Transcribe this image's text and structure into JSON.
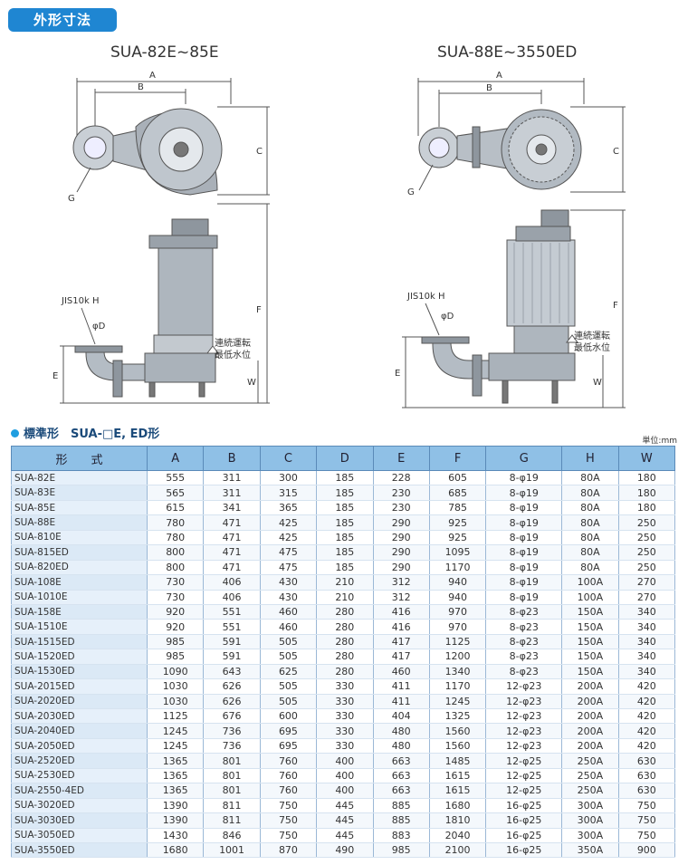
{
  "header": {
    "title": "外形寸法"
  },
  "models": {
    "left": "SUA-82E~85E",
    "right": "SUA-88E~3550ED"
  },
  "dims": {
    "A": "A",
    "B": "B",
    "C": "C",
    "D": "φD",
    "E": "E",
    "F": "F",
    "G": "G",
    "W": "W",
    "jis": "JIS10k H",
    "level1": "連続運転",
    "level2": "最低水位"
  },
  "section": {
    "title": "標準形　SUA-□E, ED形",
    "unit": "単位:mm"
  },
  "table": {
    "headers": [
      "形　　式",
      "A",
      "B",
      "C",
      "D",
      "E",
      "F",
      "G",
      "H",
      "W"
    ],
    "rows": [
      [
        "SUA-82E",
        "555",
        "311",
        "300",
        "185",
        "228",
        "605",
        "8-φ19",
        "80A",
        "180"
      ],
      [
        "SUA-83E",
        "565",
        "311",
        "315",
        "185",
        "230",
        "685",
        "8-φ19",
        "80A",
        "180"
      ],
      [
        "SUA-85E",
        "615",
        "341",
        "365",
        "185",
        "230",
        "785",
        "8-φ19",
        "80A",
        "180"
      ],
      [
        "SUA-88E",
        "780",
        "471",
        "425",
        "185",
        "290",
        "925",
        "8-φ19",
        "80A",
        "250"
      ],
      [
        "SUA-810E",
        "780",
        "471",
        "425",
        "185",
        "290",
        "925",
        "8-φ19",
        "80A",
        "250"
      ],
      [
        "SUA-815ED",
        "800",
        "471",
        "475",
        "185",
        "290",
        "1095",
        "8-φ19",
        "80A",
        "250"
      ],
      [
        "SUA-820ED",
        "800",
        "471",
        "475",
        "185",
        "290",
        "1170",
        "8-φ19",
        "80A",
        "250"
      ],
      [
        "SUA-108E",
        "730",
        "406",
        "430",
        "210",
        "312",
        "940",
        "8-φ19",
        "100A",
        "270"
      ],
      [
        "SUA-1010E",
        "730",
        "406",
        "430",
        "210",
        "312",
        "940",
        "8-φ19",
        "100A",
        "270"
      ],
      [
        "SUA-158E",
        "920",
        "551",
        "460",
        "280",
        "416",
        "970",
        "8-φ23",
        "150A",
        "340"
      ],
      [
        "SUA-1510E",
        "920",
        "551",
        "460",
        "280",
        "416",
        "970",
        "8-φ23",
        "150A",
        "340"
      ],
      [
        "SUA-1515ED",
        "985",
        "591",
        "505",
        "280",
        "417",
        "1125",
        "8-φ23",
        "150A",
        "340"
      ],
      [
        "SUA-1520ED",
        "985",
        "591",
        "505",
        "280",
        "417",
        "1200",
        "8-φ23",
        "150A",
        "340"
      ],
      [
        "SUA-1530ED",
        "1090",
        "643",
        "625",
        "280",
        "460",
        "1340",
        "8-φ23",
        "150A",
        "340"
      ],
      [
        "SUA-2015ED",
        "1030",
        "626",
        "505",
        "330",
        "411",
        "1170",
        "12-φ23",
        "200A",
        "420"
      ],
      [
        "SUA-2020ED",
        "1030",
        "626",
        "505",
        "330",
        "411",
        "1245",
        "12-φ23",
        "200A",
        "420"
      ],
      [
        "SUA-2030ED",
        "1125",
        "676",
        "600",
        "330",
        "404",
        "1325",
        "12-φ23",
        "200A",
        "420"
      ],
      [
        "SUA-2040ED",
        "1245",
        "736",
        "695",
        "330",
        "480",
        "1560",
        "12-φ23",
        "200A",
        "420"
      ],
      [
        "SUA-2050ED",
        "1245",
        "736",
        "695",
        "330",
        "480",
        "1560",
        "12-φ23",
        "200A",
        "420"
      ],
      [
        "SUA-2520ED",
        "1365",
        "801",
        "760",
        "400",
        "663",
        "1485",
        "12-φ25",
        "250A",
        "630"
      ],
      [
        "SUA-2530ED",
        "1365",
        "801",
        "760",
        "400",
        "663",
        "1615",
        "12-φ25",
        "250A",
        "630"
      ],
      [
        "SUA-2550-4ED",
        "1365",
        "801",
        "760",
        "400",
        "663",
        "1615",
        "12-φ25",
        "250A",
        "630"
      ],
      [
        "SUA-3020ED",
        "1390",
        "811",
        "750",
        "445",
        "885",
        "1680",
        "16-φ25",
        "300A",
        "750"
      ],
      [
        "SUA-3030ED",
        "1390",
        "811",
        "750",
        "445",
        "885",
        "1810",
        "16-φ25",
        "300A",
        "750"
      ],
      [
        "SUA-3050ED",
        "1430",
        "846",
        "750",
        "445",
        "883",
        "2040",
        "16-φ25",
        "300A",
        "750"
      ],
      [
        "SUA-3550ED",
        "1680",
        "1001",
        "870",
        "490",
        "985",
        "2100",
        "16-φ25",
        "350A",
        "900"
      ]
    ]
  }
}
